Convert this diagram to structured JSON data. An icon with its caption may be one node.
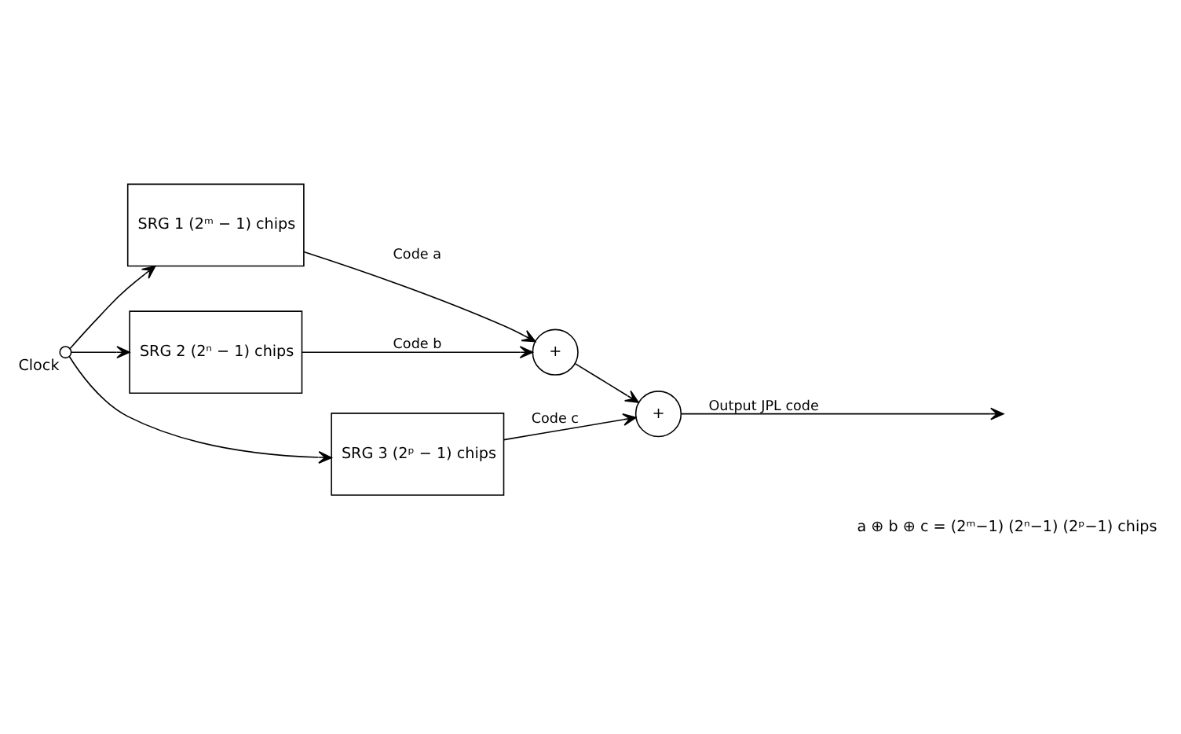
{
  "diagram": {
    "nodes": [
      {
        "text": [],
        "shape": "circle",
        "beside": [
          "Clock"
        ]
      },
      {
        "text": [
          "SRG 1 (2ᵐ − 1) chips"
        ]
      },
      {
        "text": [
          "SRG 2 (2ⁿ − 1) chips"
        ]
      },
      {
        "text": [
          "SRG 3 (2ᵖ − 1) chips"
        ]
      },
      {
        "text": [
          "+"
        ]
      },
      {
        "text": [
          "+"
        ]
      }
    ],
    "edges": [
      {
        "from": 0,
        "to": 1,
        "arrow": "to"
      },
      {
        "from": 0,
        "to": 2,
        "arrow": "to"
      },
      {
        "from": 0,
        "to": 3,
        "arrow": "to"
      },
      {
        "from": 1,
        "to": 4,
        "arrow": "to",
        "label": "Code a"
      },
      {
        "from": 2,
        "to": 4,
        "arrow": "to",
        "label": "Code b"
      },
      {
        "from": 4,
        "to": 5,
        "arrow": "to"
      },
      {
        "from": 3,
        "to": 5,
        "arrow": "to",
        "label": "Code c"
      },
      {
        "from": 5,
        "to": null,
        "arrow": "to",
        "label": "Output JPL code"
      }
    ],
    "labels": [
      "a ⊕ b ⊕ c = (2ᵐ−1) (2ⁿ−1) (2ᵖ−1) chips"
    ]
  }
}
